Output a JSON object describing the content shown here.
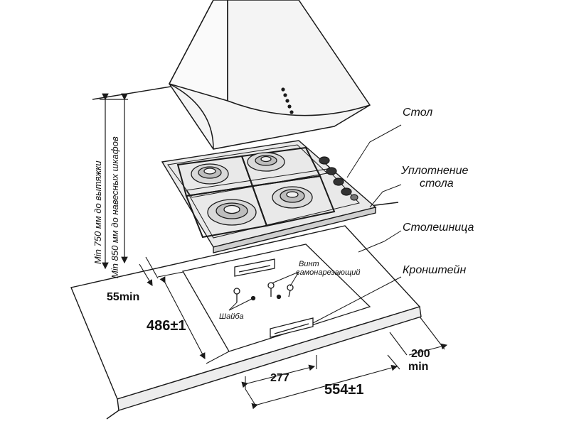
{
  "labels": {
    "stol": "Стол",
    "seal": "Уплотнение",
    "seal2": "стола",
    "countertop": "Столешница",
    "bracket": "Кронштейн",
    "screw": "Винт",
    "screw2": "самонарезающий",
    "washer": "Шайба"
  },
  "dimensions": {
    "d55": "55",
    "d55_unit": "min",
    "d486": "486±1",
    "d277": "277",
    "d554": "554±1",
    "d200": "200",
    "d200_unit": "min"
  },
  "vertical_notes": {
    "v750": "Min 750 мм до вытяжки",
    "v850": "Min 850 мм до навесных шкафов"
  },
  "colors": {
    "line": "#1a1a1a",
    "hood_fill": "#f4f4f4",
    "hob_fill": "#ebebeb",
    "burner_fill": "#d6d6d6"
  }
}
